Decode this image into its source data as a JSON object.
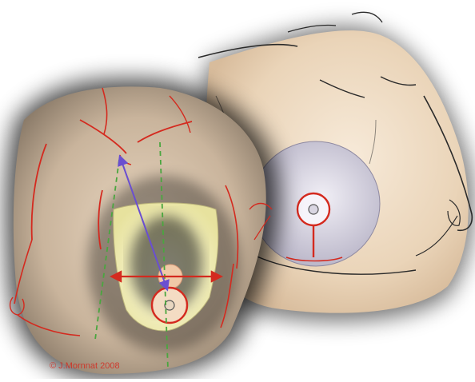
{
  "illustration": {
    "copyright": "© J.Mornnat 2008",
    "colors": {
      "background": "#ffffff",
      "skin_light": "#f1e2cf",
      "skin_mid": "#e3cbb0",
      "shadow": "#1f1f1f",
      "outline": "#d42a1f",
      "guide_dashed": "#4aa63f",
      "measure_diagonal": "#6a4fd0",
      "template_fill": "#f3f1c4",
      "disc_fill": "#d9d6e2",
      "contour": "#2a2a2a"
    },
    "icons": [
      "dashed-vertical-guide",
      "double-headed-arrow",
      "concentric-circle-target"
    ]
  }
}
